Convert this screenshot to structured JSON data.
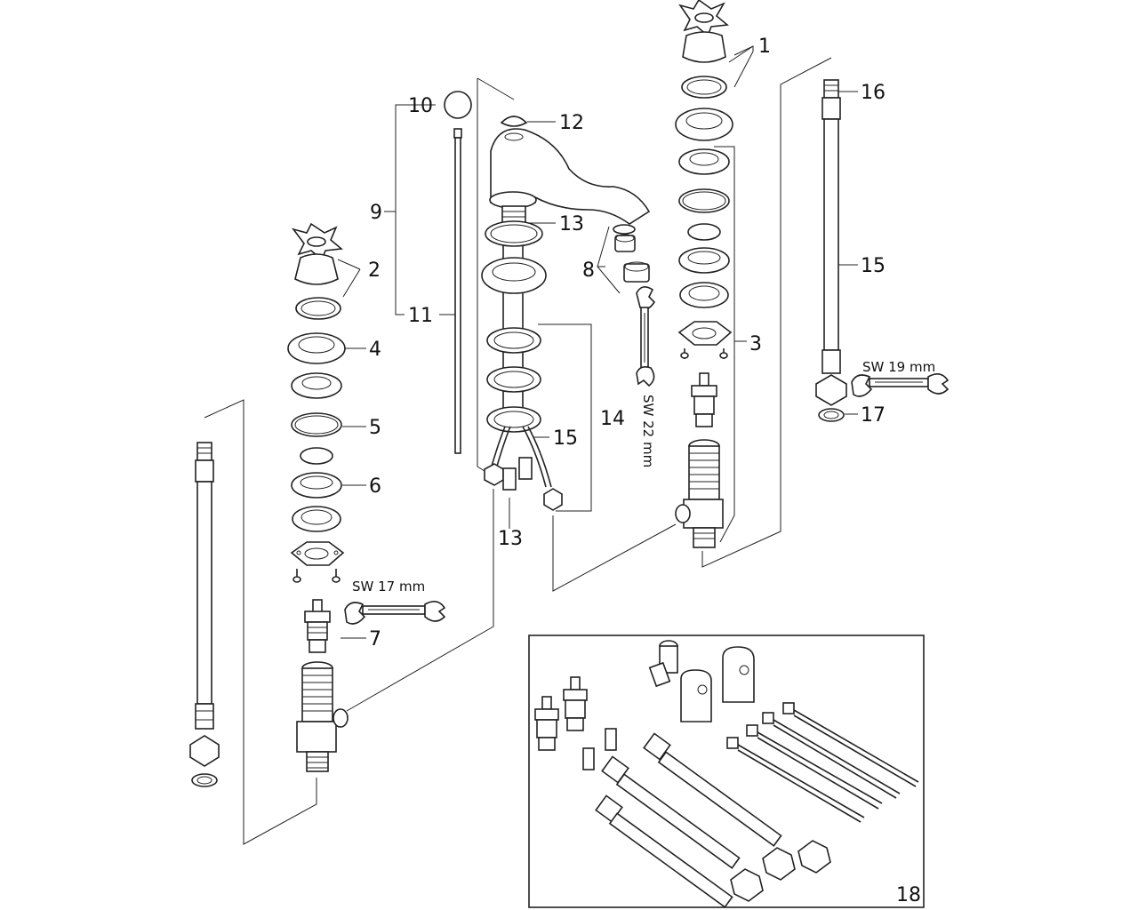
{
  "callouts": {
    "c1": "1",
    "c2": "2",
    "c3": "3",
    "c4": "4",
    "c5": "5",
    "c6": "6",
    "c7": "7",
    "c8": "8",
    "c9": "9",
    "c10": "10",
    "c11": "11",
    "c12": "12",
    "c13a": "13",
    "c13b": "13",
    "c14": "14",
    "c15a": "15",
    "c15b": "15",
    "c16": "16",
    "c17": "17",
    "c18": "18"
  },
  "wrench_labels": {
    "sw17": "SW 17 mm",
    "sw19": "SW 19 mm",
    "sw22": "SW 22 mm"
  }
}
